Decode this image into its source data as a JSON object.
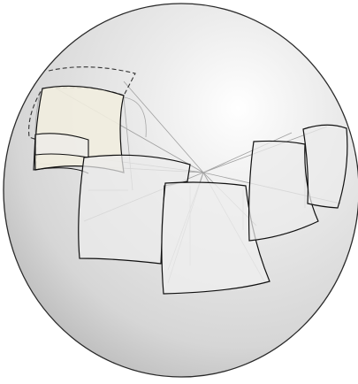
{
  "figure": {
    "sphere": {
      "fill_highlight": "#ffffff",
      "fill_mid": "#e9e9e9",
      "fill_shadow": "#b9b9b9",
      "outline": "#2a2a2a"
    },
    "panels": {
      "count": 6,
      "count_shaded": 1,
      "stroke": "#111111",
      "hidden_stroke": "#999999",
      "face": "#ededed",
      "face_shaded": "#f1eedf",
      "shaded_outline_style": "dashed"
    },
    "projection_lines": {
      "color": "#9a9a9a",
      "converge_to": "sphere-center"
    }
  }
}
